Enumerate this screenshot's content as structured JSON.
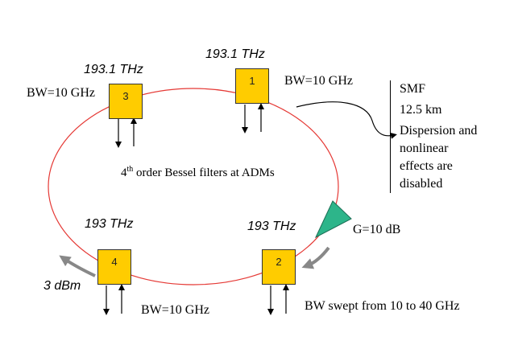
{
  "nodes": [
    {
      "id": "1",
      "freq": "193.1 THz",
      "bw": "BW=10 GHz"
    },
    {
      "id": "2",
      "freq": "193 THz",
      "bw": "BW swept from 10 to 40 GHz"
    },
    {
      "id": "3",
      "freq": "193.1 THz",
      "bw": "BW=10 GHz"
    },
    {
      "id": "4",
      "freq": "193 THz",
      "bw": "BW=10 GHz"
    }
  ],
  "center_label": {
    "prefix": "4",
    "sup": "th",
    "suffix": " order Bessel filters at ADMs"
  },
  "fiber": {
    "lines": [
      "SMF",
      "12.5 km",
      "Dispersion and",
      "nonlinear",
      "effects are",
      "disabled"
    ]
  },
  "amplifier": {
    "gain": "G=10 dB"
  },
  "input_power": "3 dBm",
  "colors": {
    "ring": "#e53935",
    "node": "#ffcc00",
    "amplifier": "#2db58a",
    "arrow": "#888888"
  }
}
